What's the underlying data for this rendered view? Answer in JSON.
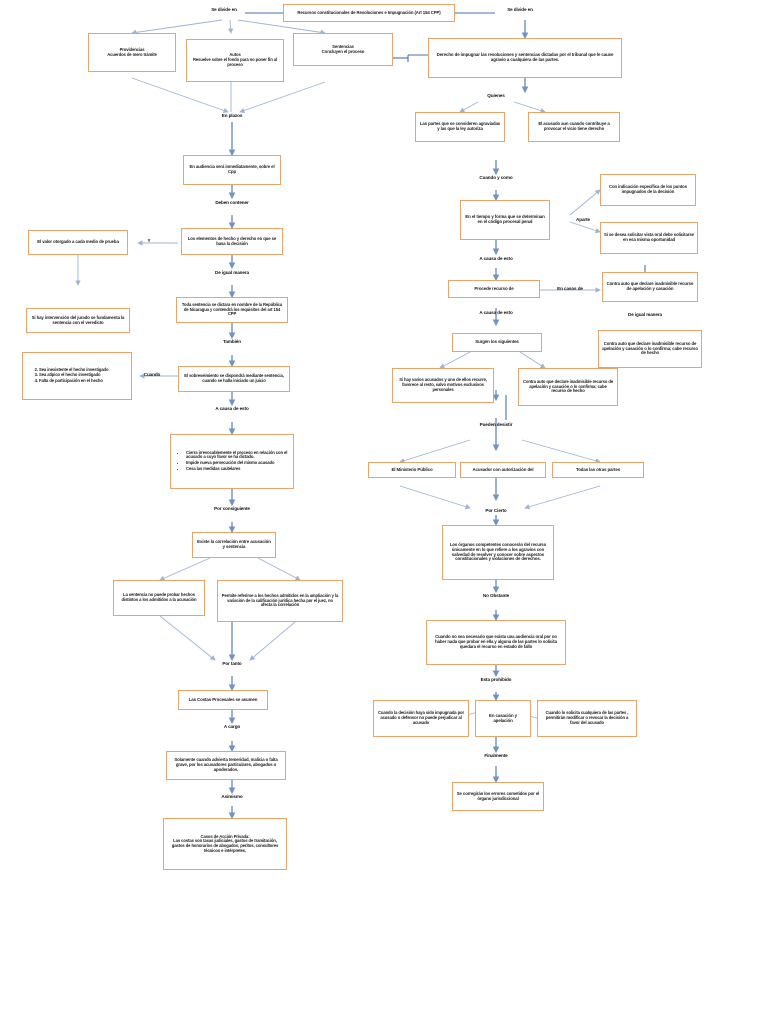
{
  "title": "Recursos constitucionales de Resoluciones e Impugnación (Art 154 CPP)",
  "colors": {
    "node_border": "#E8A56A",
    "connector": "#4472A8",
    "connector_light": "#8FAAD0",
    "text": "#1a1a1a",
    "background": "#ffffff"
  },
  "root": {
    "label": "Recursos constitucionales de Resoluciones e Impugnación (Art 154 CPP)"
  },
  "connector_labels": {
    "se_divide_en_left": "Se divide en",
    "se_divide_en_right": "Se divide en",
    "en_plazos": "En plazos",
    "deben_contener": "Deben contener",
    "de_igual_manera": "De igual manera",
    "tambien": "También",
    "cuando": "Cuando",
    "y": "Y",
    "a_causa_de_esto_left": "A causa de esto",
    "por_consiguiente": "Por consiguiente",
    "por_tanto": "Por tanto",
    "a_cargo": "A cargo",
    "asimismo": "Asimismo",
    "quienes": "Quienes",
    "cuando_y_como": "Cuando y como",
    "aparte": "Aparte",
    "a_causa_de_esto_r1": "A causa de esto",
    "en_casos_de": "En casos de",
    "de_igual_manera_r": "De igual manera",
    "a_causa_de_esto_r2": "A causa de esto",
    "pueden_desistir": "Pueden desistir",
    "por_cierto": "Por Cierto",
    "no_obstante": "No Obstante",
    "esta_prohibido": "Esta prohibido",
    "finalmente": "Finalmente"
  },
  "nodes": {
    "providencias": "Providencias\nAcuerdos de mero trámite",
    "autos": "Autos\nResuelve sobre el fondo para no poner fin al proceso",
    "sentencias": "Sentencias\nConcluyen el proceso",
    "derecho_impugnar": "Derecho de impugnar las resoluciones y sentencias dictadas por el tribunal que le cause agravio a cualquiera de las partes.",
    "partes_agraviadas": "Las partes que se consideren agraviadas y las que la ley autoriza",
    "acusado_vicio": "El acusado aun cuando contribuye a provocar el vicio tiene derecho",
    "tiempo_forma": "En el tiempo y forma que se determinan en el código procesal penal",
    "indicacion_puntos": "Con indicación específica de los puntos impugnados de la decisión",
    "vista_oral": "Si se desea solicitar vista oral debe solicitarse en esa misma oportunidad",
    "procede_recurso": "Procede recurso de",
    "contra_auto_inadmisible": "Contra auto que declare inadmisible recurso de apelación y casación",
    "contra_auto_confirma_r": "Contra auto que declare inadmisible recurso de apelación y casación o lo confirma; cabe recurso de hecho",
    "surgen_siguientes": "Surgen los siguientes",
    "varios_acusados": "Si hay varios acusados y uno de ellos recurre, favorece al resto, salvo motivos exclusivos personales",
    "contra_auto_confirma_b": "Contra auto que declare inadmisible recurso de apelación y casación o lo confirma; cabe recurso de hecho",
    "ministerio_publico": "El Ministerio Público",
    "acusador_autorizacion": "Acusador con autorización del",
    "todas_otras_partes": "Todas las otras partes",
    "organos_competentes": "Los órganos competentes conocerán del recurso únicamente en lo que refiere a los agravios con salvedad de resolver y conocer sobre aspectos constitucionales y violaciones de derechos.",
    "audiencia_no_necesaria": "Cuando no sea necesario que exista una audiencia oral por no haber nada que probar en ella y alguna de las partes lo solicita quedara el recurso en estado de fallo",
    "decision_impugnada": "Cuando la decisión haya sido impugnada por acusado o defensor no puede perjudicar al acusado",
    "casacion_apelacion": "En casación y apelación",
    "solicita_cualquiera": "Cuando lo solicita cualquiera de las partes , permitirán modificar o revocar la decisión a favor del acusado",
    "corregir_errores": "Se corregirán los errores cometidos por el órgano jurisdiccional",
    "audiencia_inmediata": "En audiencia será inmediatamente, sobre el Cpp",
    "elementos_hecho": "Los elementos de hecho y derecho en que se basa la decisión",
    "toda_sentencia": "Toda sentencia se dictara en nombre de la República de Nicaragua y contendrá los requisitos del art 154 CPP",
    "sobreseimiento": "El sobreseimiento se dispondrá mediante sentencia, cuando se halla iniciado un juicio",
    "valor_prueba": "El valor otorgado a cada medio de prueba",
    "intervencion_jurado": "Si hay intervención del jurado se fundamenta la sentencia con el veredicto",
    "correlacion": "Existe la correlación entre acusación y sentencia",
    "sentencia_no_prueba": "La sentencia no puede probar hechos distintos a los admitidos a la acusación",
    "permite_referirse": "Permite referirse a los hechos admitidos en la ampliación y la variación de la calificación jurídica hecha por el juez, no afecta la correlación",
    "costas_procesales": "Las Costas Procesales se asumen",
    "solamente_temeridad": "Solamente cuando advierta temeridad, malicia o falta grave, por los acusadores particulares, abogados o apoderados.",
    "accion_privada": "Casos de Acción Privada:\nLas costas son tasas judiciales, gastos de tramitación, gastos de honorarios de abogados, peritos, consultores técnicos e intérpretes."
  },
  "lists": {
    "causales": {
      "items": [
        "Sea inexistente el hecho investigado",
        "Sea atípico el hecho investigado",
        "Falta de participación en el hecho"
      ],
      "start": 2
    },
    "efectos": {
      "items": [
        "Cierra irrevocablemente el proceso en relación con el acusado a cuyo favor se ha dictado.",
        "Impide nueva persecución del mismo acusado",
        "Cesa las medidas cautelares"
      ]
    }
  }
}
